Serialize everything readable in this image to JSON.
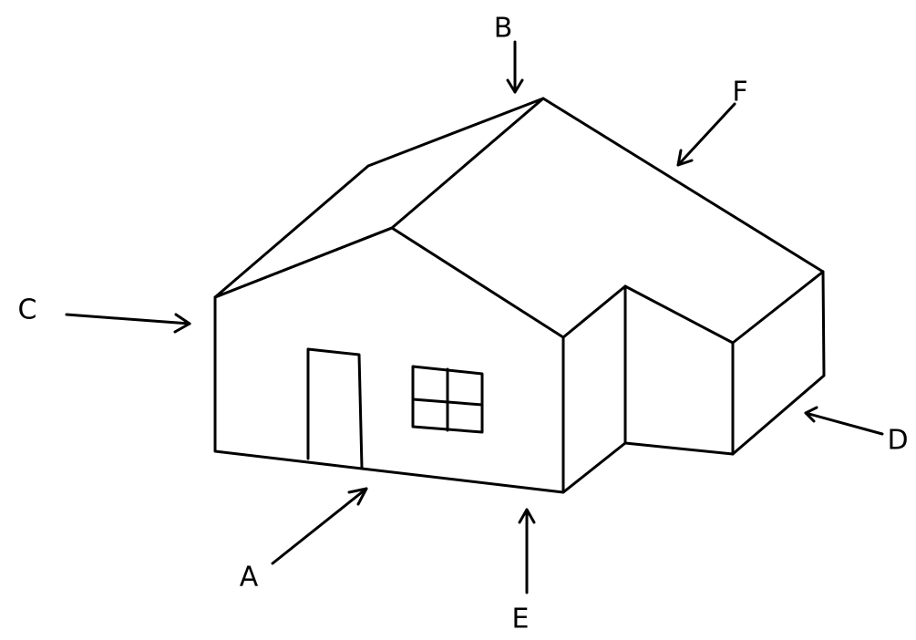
{
  "labels": {
    "a": "A",
    "b": "B",
    "c": "C",
    "d": "D",
    "e": "E",
    "f": "F"
  },
  "colors": {
    "line": "#000000",
    "background": "#ffffff"
  }
}
